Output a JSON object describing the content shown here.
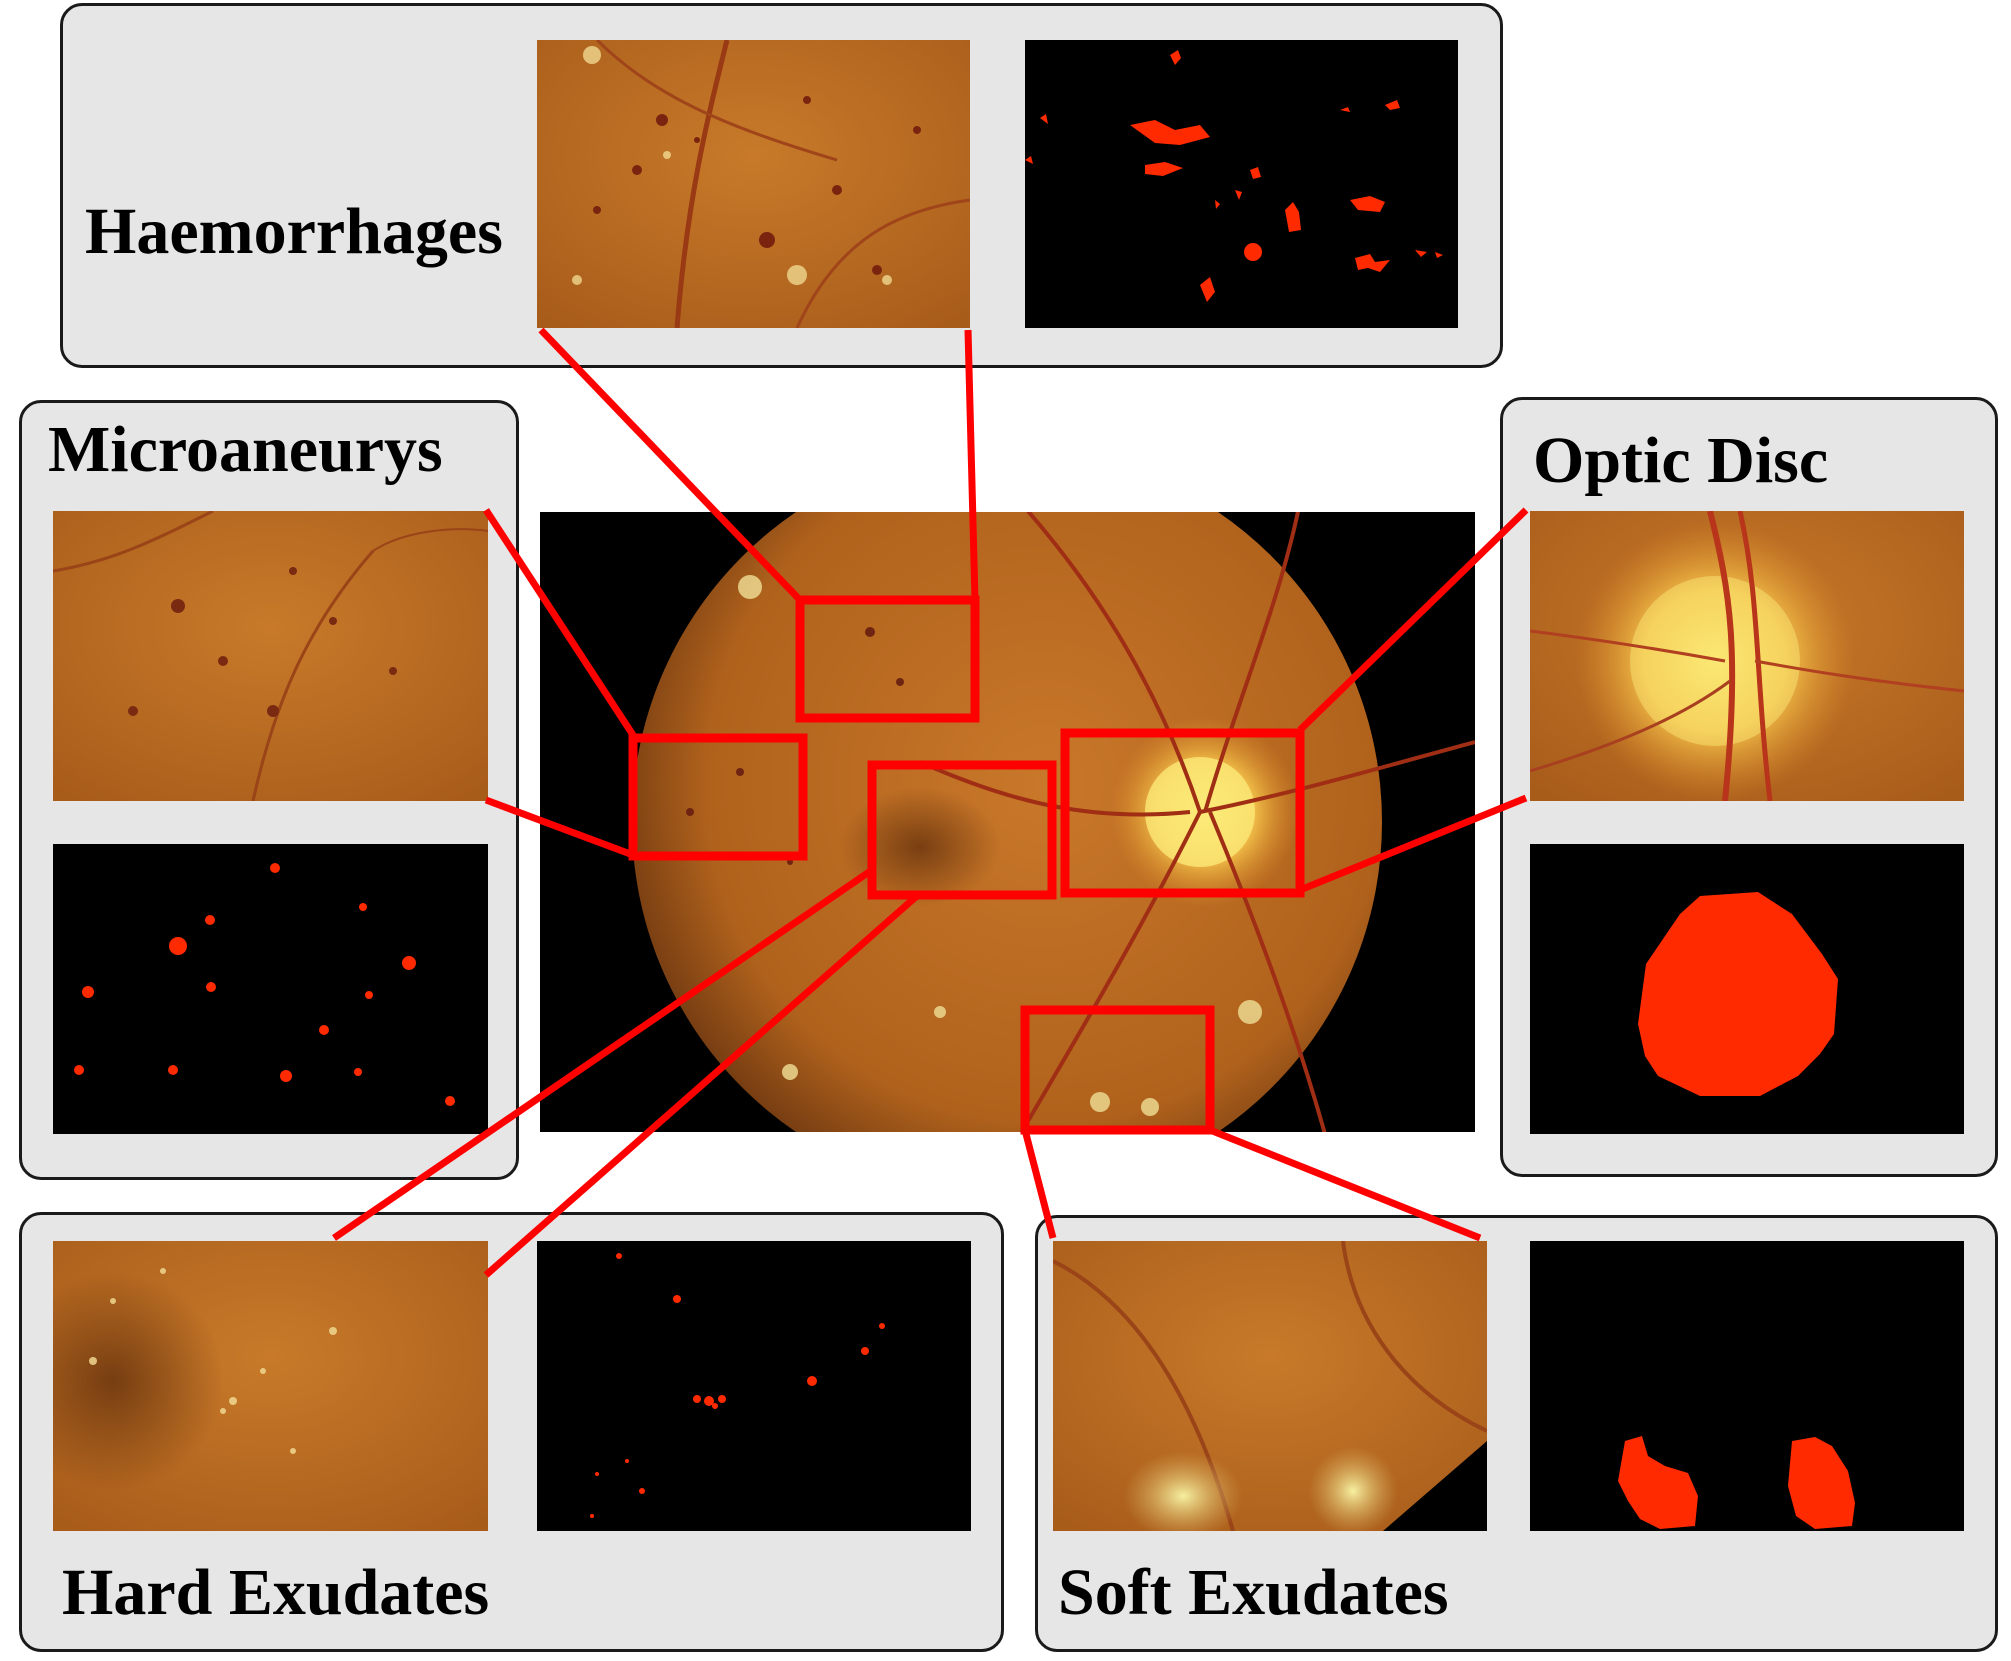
{
  "labels": {
    "haemorrhages": "Haemorrhages",
    "microaneurysms": "Microaneurys",
    "optic_disc": "Optic Disc",
    "hard_exudates": "Hard Exudates",
    "soft_exudates": "Soft Exudates"
  },
  "colors": {
    "highlight": "#ff0000",
    "lesion_mask": "#ff2a00",
    "panel_bg": "#e6e6e6",
    "fundus": "#c06a1e"
  }
}
